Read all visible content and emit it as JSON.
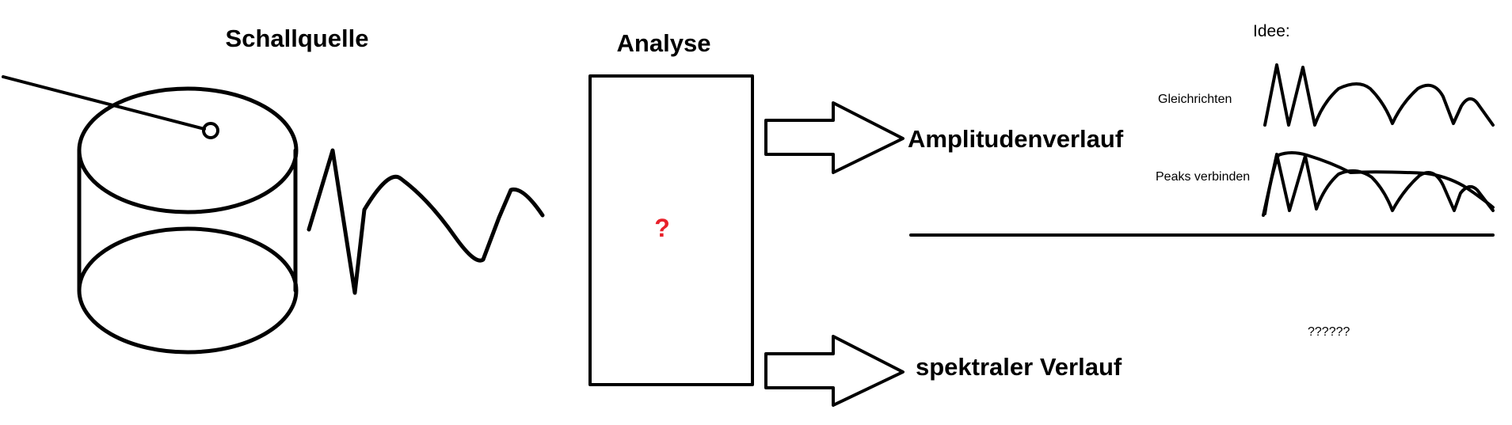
{
  "labels": {
    "source_title": "Schallquelle",
    "analysis_title": "Analyse",
    "analysis_unknown": "?",
    "output_amplitude": "Amplitudenverlauf",
    "output_spectral": "spektraler Verlauf",
    "idea_title": "Idee:",
    "step_rectify": "Gleichrichten",
    "step_connect_peaks": "Peaks verbinden",
    "unknown_spectral": "??????"
  },
  "colors": {
    "ink": "#000000",
    "unknown_mark": "#e8202a",
    "background": "#ffffff"
  }
}
